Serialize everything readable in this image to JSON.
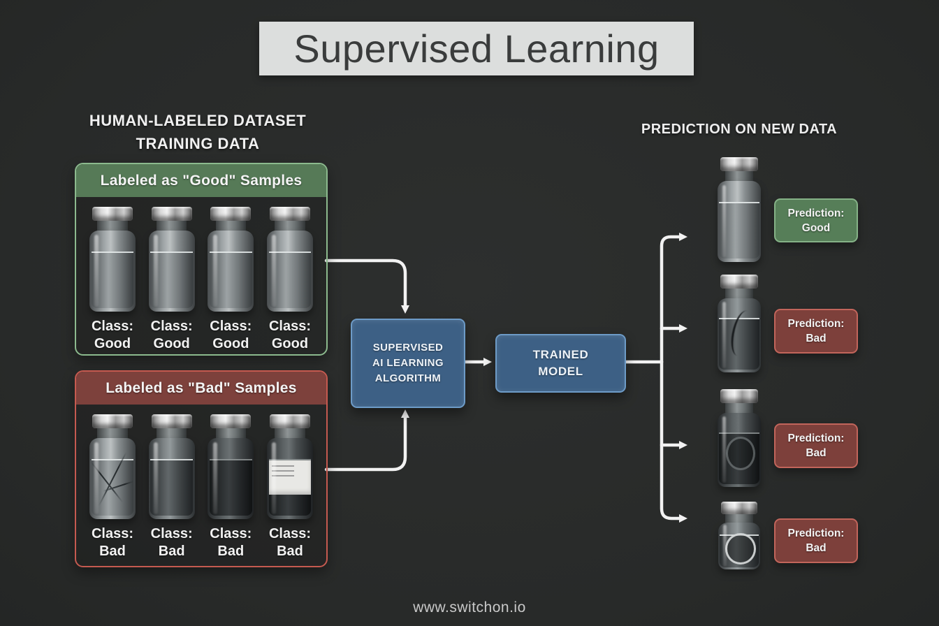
{
  "title": {
    "text": "Supervised Learning"
  },
  "left_section": {
    "heading_line1": "HUMAN-LABELED DATASET",
    "heading_line2": "TRAINING DATA"
  },
  "good_box": {
    "header": "Labeled as \"Good\" Samples",
    "items": [
      {
        "prefix": "Class:",
        "value": "Good"
      },
      {
        "prefix": "Class:",
        "value": "Good"
      },
      {
        "prefix": "Class:",
        "value": "Good"
      },
      {
        "prefix": "Class:",
        "value": "Good"
      }
    ]
  },
  "bad_box": {
    "header": "Labeled as \"Bad\" Samples",
    "items": [
      {
        "prefix": "Class:",
        "value": "Bad"
      },
      {
        "prefix": "Class:",
        "value": "Bad"
      },
      {
        "prefix": "Class:",
        "value": "Bad"
      },
      {
        "prefix": "Class:",
        "value": "Bad"
      }
    ]
  },
  "pipeline": {
    "algorithm_lines": [
      "SUPERVISED",
      "AI LEARNING",
      "ALGORITHM"
    ],
    "model_lines": [
      "TRAINED",
      "MODEL"
    ]
  },
  "right_section": {
    "heading": "PREDICTION ON NEW DATA",
    "predictions": [
      {
        "prefix": "Prediction:",
        "value": "Good",
        "type": "good"
      },
      {
        "prefix": "Prediction:",
        "value": "Bad",
        "type": "bad"
      },
      {
        "prefix": "Prediction:",
        "value": "Bad",
        "type": "bad"
      },
      {
        "prefix": "Prediction:",
        "value": "Bad",
        "type": "bad"
      }
    ]
  },
  "footer": {
    "text": "www.switchon.io"
  },
  "colors": {
    "background": "#2a2c2b",
    "title_box_bg": "#dcdedd",
    "title_text": "#3a3c3c",
    "good_accent": "#8cba8e",
    "good_header_bg": "#567a57",
    "bad_accent": "#c55a50",
    "bad_header_bg": "#7d413c",
    "pipeline_box_bg": "#3d6085",
    "pipeline_box_border": "#6d9bc7",
    "prediction_good_bg": "#567e58",
    "prediction_bad_bg": "#7d403b",
    "arrow": "#f2f2f2"
  }
}
